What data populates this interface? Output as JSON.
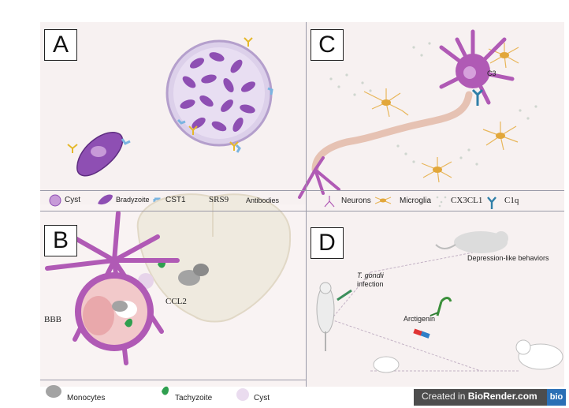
{
  "panels": {
    "a": {
      "label": "A",
      "legend": [
        "Cyst",
        "Bradyzoite",
        "CST1",
        "SRS9",
        "Antibodies"
      ]
    },
    "b": {
      "label": "B",
      "bbb": "BBB",
      "ccl2": "CCL2",
      "legend": [
        "Monocytes",
        "Tachyzoite",
        "Cyst"
      ]
    },
    "c": {
      "label": "C",
      "c3": "C3",
      "legend": [
        "Neurons",
        "Microglia",
        "CX3CL1",
        "C1q"
      ]
    },
    "d": {
      "label": "D",
      "infection_species": "T. gondii",
      "infection_word": "infection",
      "depression": "Depression-like behaviors",
      "arctigenin": "Arctigenin"
    }
  },
  "badge": {
    "prefix": "Created in ",
    "brand": "BioRender.com",
    "logo": "bio"
  },
  "colors": {
    "purple": "#9b59c0",
    "neuron": "#b05ab5",
    "microglia": "#e8b65a",
    "divider": "#9a9aa8"
  }
}
